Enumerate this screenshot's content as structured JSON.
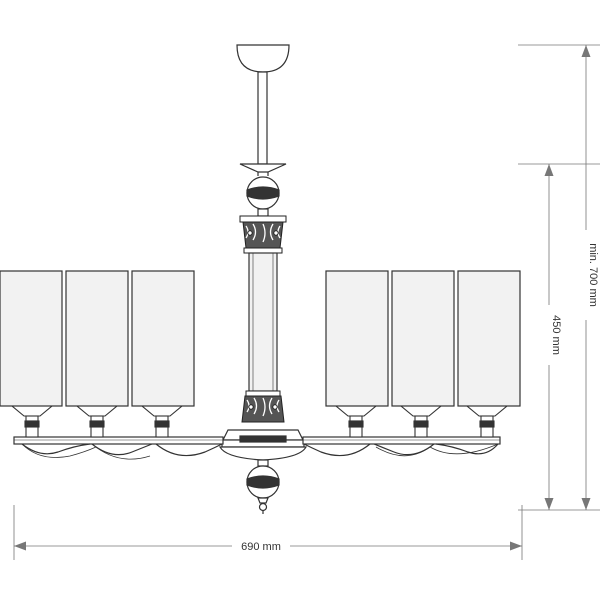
{
  "dimensions": {
    "width_label": "690 mm",
    "drop_label": "450 mm",
    "total_label": "min. 700 mm"
  },
  "colors": {
    "line": "#333333",
    "dimension_line": "#777777",
    "shade_fill": "#f2f2f2",
    "rod_fill": "#ffffff"
  },
  "shades": {
    "left_count": 3,
    "right_count": 3
  }
}
